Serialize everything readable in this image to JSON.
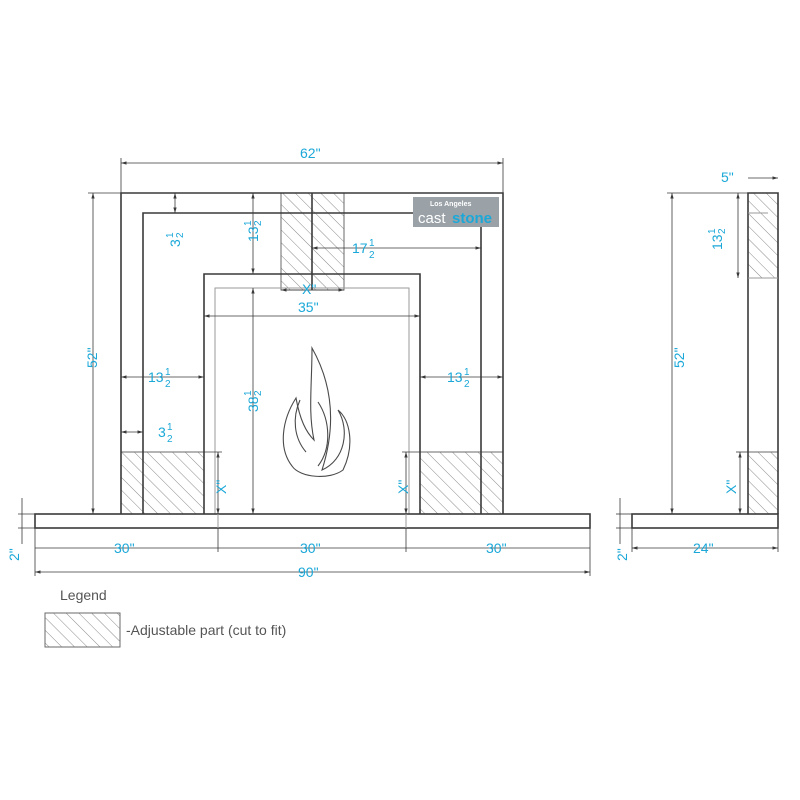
{
  "labels": {
    "overall_top_width": "62\"",
    "inner_opening_width": "35\"",
    "keystone_width": "X\"",
    "left_side_height": "52\"",
    "top_band_height_whole": "13",
    "top_band_depth_whole": "3",
    "keystone_offset_whole": "17",
    "opening_height_whole": "38",
    "left_leg_width_whole": "13",
    "right_leg_width_whole": "13",
    "left_leg_depth_whole": "3",
    "half_frac_num": "1",
    "half_frac_den": "2",
    "inch_mark": "\"",
    "left_adjust": "X\"",
    "right_adjust": "X\"",
    "hearth_height": "2\"",
    "hearth_seg_left": "30\"",
    "hearth_seg_mid": "30\"",
    "hearth_seg_right": "30\"",
    "hearth_total": "90\"",
    "side_top_depth": "5\"",
    "side_band_whole": "13",
    "side_height": "52\"",
    "side_adjust": "X\"",
    "side_hearth_height": "2\"",
    "side_hearth_depth": "24\""
  },
  "logo": {
    "line1": "Los Angeles",
    "line2a": "cast",
    "line2b": "stone"
  },
  "legend": {
    "title": "Legend",
    "item_label": "-Adjustable part (cut to fit)"
  },
  "colors": {
    "dimension_text": "#1ba8d8",
    "line": "#3a3a3a"
  }
}
